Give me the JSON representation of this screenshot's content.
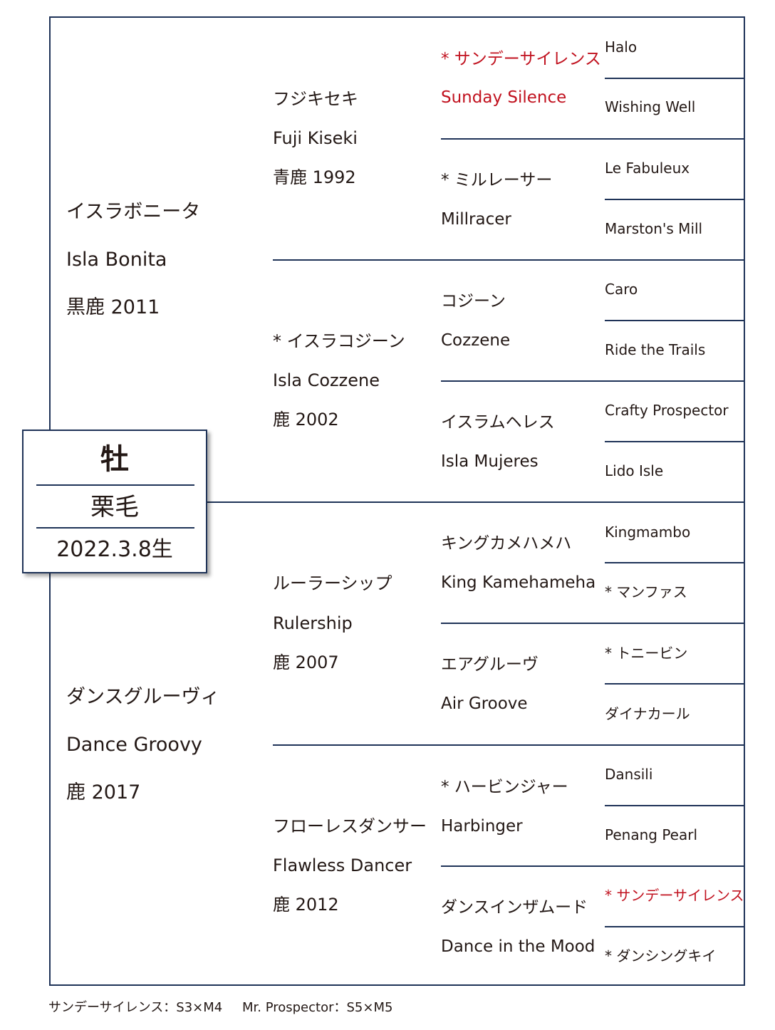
{
  "horse": {
    "sex": "牡",
    "color": "栗毛",
    "birth": "2022.3.8生"
  },
  "gen1": {
    "sire": {
      "ja": "イスラボニータ",
      "en": "Isla Bonita",
      "info": "黒鹿 2011"
    },
    "dam": {
      "ja": "ダンスグルーヴィ",
      "en": "Dance Groovy",
      "info": "鹿 2017"
    }
  },
  "gen2": [
    {
      "ja": "フジキセキ",
      "en": "Fuji Kiseki",
      "info": "青鹿 1992"
    },
    {
      "ja": "* イスラコジーン",
      "en": "Isla Cozzene",
      "info": "鹿 2002"
    },
    {
      "ja": "ルーラーシップ",
      "en": "Rulership",
      "info": "鹿 2007"
    },
    {
      "ja": "フローレスダンサー",
      "en": "Flawless Dancer",
      "info": "鹿 2012"
    }
  ],
  "gen3": [
    {
      "ja": "* サンデーサイレンス",
      "en": "Sunday Silence",
      "highlight": true
    },
    {
      "ja": "* ミルレーサー",
      "en": "Millracer"
    },
    {
      "ja": "コジーン",
      "en": "Cozzene"
    },
    {
      "ja": "イスラムヘレス",
      "en": "Isla Mujeres"
    },
    {
      "ja": "キングカメハメハ",
      "en": "King Kamehameha"
    },
    {
      "ja": "エアグルーヴ",
      "en": "Air Groove"
    },
    {
      "ja": "* ハービンジャー",
      "en": "Harbinger"
    },
    {
      "ja": "ダンスインザムード",
      "en": "Dance in the Mood"
    }
  ],
  "gen4": [
    "Halo",
    "Wishing Well",
    "Le Fabuleux",
    "Marston's Mill",
    "Caro",
    "Ride the Trails",
    "Crafty Prospector",
    "Lido Isle",
    "Kingmambo",
    "* マンファス",
    "* トニービン",
    "ダイナカール",
    "Dansili",
    "Penang Pearl",
    "* サンデーサイレンス",
    "* ダンシングキイ"
  ],
  "inbreeding": {
    "entries": [
      "サンデーサイレンス：S3×M4",
      "Mr. Prospector：S5×M5"
    ]
  },
  "colors": {
    "line": "#1f3358",
    "highlight": "#c1121f",
    "text": "#231815"
  }
}
